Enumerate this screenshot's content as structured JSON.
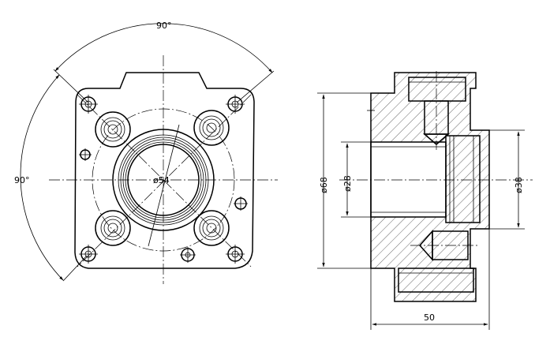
{
  "front_view": {
    "angle_top": "90°",
    "angle_left": "90°",
    "bore_diameter": "ø54"
  },
  "section_view": {
    "overall_diameter": "ø68",
    "inner_diameter": "ø28",
    "counterbore_diameter": "ø38",
    "length": "50"
  }
}
